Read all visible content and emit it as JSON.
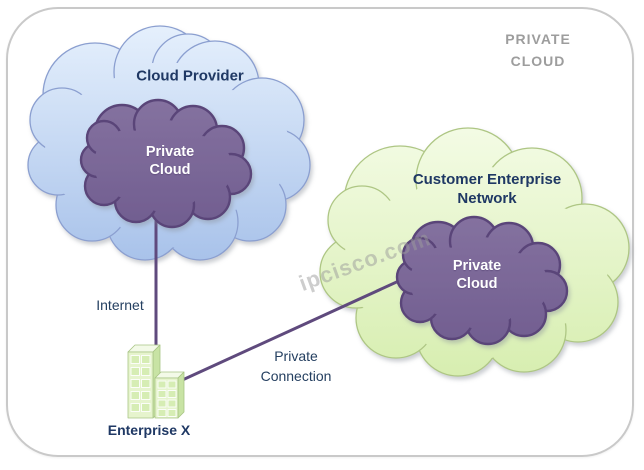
{
  "heading": {
    "line1": "PRIVATE",
    "line2": "CLOUD"
  },
  "clouds": {
    "provider": {
      "label": "Cloud Provider",
      "private_cloud": {
        "line1": "Private",
        "line2": "Cloud"
      }
    },
    "customer": {
      "line1": "Customer Enterprise",
      "line2": "Network",
      "private_cloud": {
        "line1": "Private",
        "line2": "Cloud"
      }
    }
  },
  "connections": {
    "internet_label": "Internet",
    "private_line1": "Private",
    "private_line2": "Connection"
  },
  "enterprise": {
    "label": "Enterprise X"
  },
  "watermark": "ipcisco.com",
  "colors": {
    "frame_border": "#c9c9c9",
    "title_text": "#1f3864",
    "heading_text": "#9d9d9d",
    "blue_cloud_top": "#e0edfb",
    "blue_cloud_bottom": "#aac4eb",
    "blue_cloud_stroke": "#8b9fd0",
    "green_cloud_top": "#f2fbe2",
    "green_cloud_bottom": "#d9efb4",
    "green_cloud_stroke": "#aec684",
    "purple_cloud_fill": "#7c699b",
    "purple_cloud_stroke": "#5a4579",
    "connection_line": "#5f4a7d",
    "building_front": "#e6f4cd",
    "building_side": "#c8e3a4",
    "building_top": "#f3fae8",
    "building_window": "#d6edb4"
  }
}
